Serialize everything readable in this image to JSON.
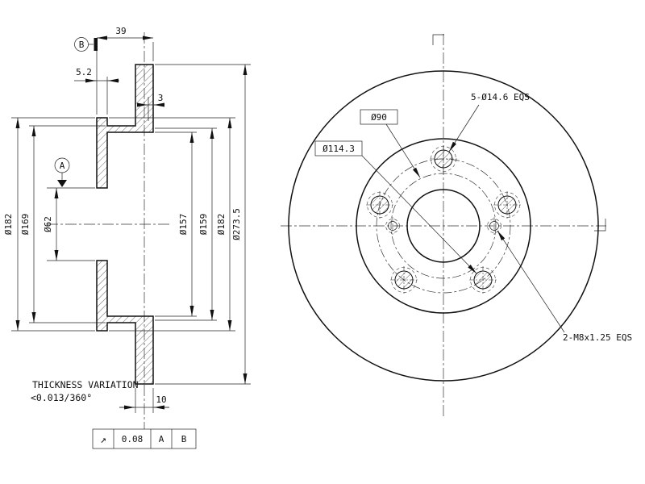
{
  "section_view": {
    "dim_39": "39",
    "dim_5_2": "5.2",
    "dim_3": "3",
    "dim_10": "10",
    "dia_182_left": "Ø182",
    "dia_169": "Ø169",
    "dia_62": "Ø62",
    "dia_157": "Ø157",
    "dia_159": "Ø159",
    "dia_182_right": "Ø182",
    "dia_273_5": "Ø273.5",
    "datum_a": "A",
    "datum_b": "B",
    "note_line1": "THICKNESS VARIATION",
    "note_line2": "<0.013/360°",
    "fcf": {
      "symbol": "↗",
      "tolerance": "0.08",
      "datum_1": "A",
      "datum_2": "B"
    }
  },
  "front_view": {
    "label_hub_pcd": "Ø90",
    "label_bolt_pcd": "Ø114.3",
    "label_bolt_holes": "5-Ø14.6 EQS",
    "label_thread_holes": "2-M8x1.25 EQS"
  }
}
